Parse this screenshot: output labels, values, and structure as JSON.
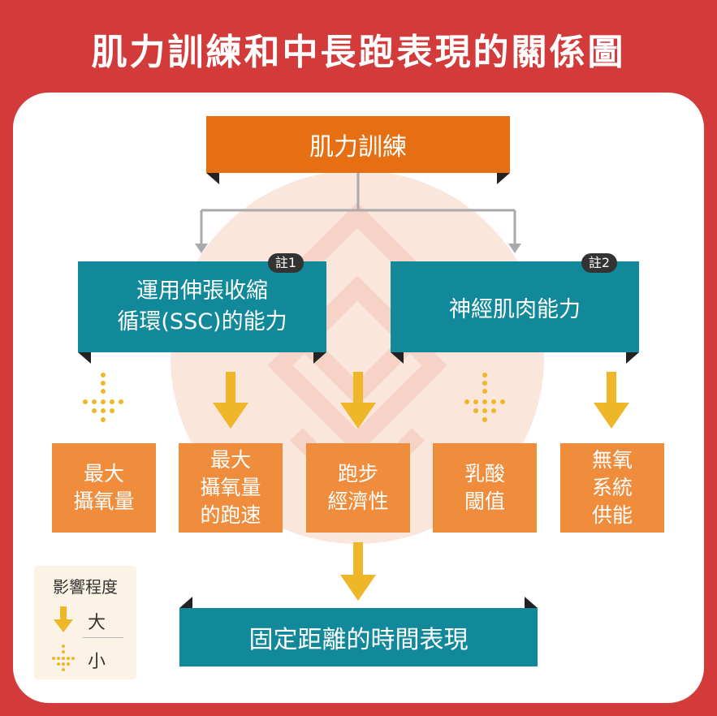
{
  "title": "肌力訓練和中長跑表現的關係圖",
  "top_node": "肌力訓練",
  "ssc_node": {
    "line1": "運用伸張收縮",
    "line2": "循環(SSC)的能力",
    "note": "註1"
  },
  "neural_node": {
    "label": "神經肌肉能力",
    "note": "註2"
  },
  "factors": [
    {
      "lines": [
        "最大",
        "攝氧量"
      ],
      "influence": "小"
    },
    {
      "lines": [
        "最大",
        "攝氧量",
        "的跑速"
      ],
      "influence": "大"
    },
    {
      "lines": [
        "跑步",
        "經濟性"
      ],
      "influence": "大"
    },
    {
      "lines": [
        "乳酸",
        "閾值"
      ],
      "influence": "小"
    },
    {
      "lines": [
        "無氧",
        "系統",
        "供能"
      ],
      "influence": "大"
    }
  ],
  "final_node": "固定距離的時間表現",
  "legend": {
    "title": "影響程度",
    "big": "大",
    "small": "小"
  },
  "colors": {
    "background": "#d33a3a",
    "orange": "#e56f12",
    "teal": "#12899a",
    "factor": "#f08d3d",
    "arrow": "#f0b62a",
    "watermark": "#fbe6dc"
  }
}
